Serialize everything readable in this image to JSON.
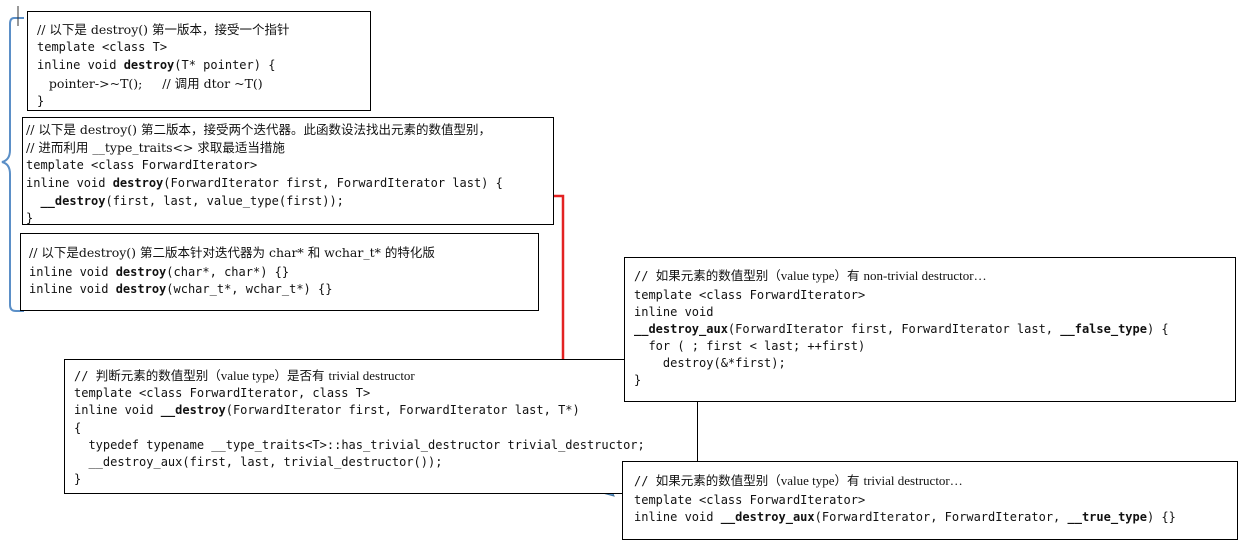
{
  "box1": {
    "lines": [
      "// 以下是 destroy() 第一版本，接受一个指针",
      "template <class T>",
      "inline void ",
      "destroy",
      "(T* pointer) {",
      "   pointer->~T();     // 调用 dtor ~T()",
      "}"
    ]
  },
  "box2": {
    "c1": "// 以下是 destroy() 第二版本，接受两个迭代器。此函数设法找出元素的数值型别，",
    "c2": "// 进而利用 __type_traits<> 求取最适当措施",
    "t1": "template <class ForwardIterator>",
    "t2a": "inline void ",
    "t2b": "destroy",
    "t2c": "(ForwardIterator first, ForwardIterator last) {",
    "t3a": "  ",
    "t3b": "__destroy",
    "t3c": "(first, last, value_type(first));",
    "t4": "}"
  },
  "box3": {
    "c1": "// 以下是destroy() 第二版本针对迭代器为 char* 和 wchar_t* 的特化版",
    "t1a": "inline void ",
    "t1b": "destroy",
    "t1c": "(char*, char*) {}",
    "t2a": "inline void ",
    "t2b": "destroy",
    "t2c": "(wchar_t*, wchar_t*) {}"
  },
  "box4": {
    "c1a": "// ",
    "c1b": "判断元素的数值型别（",
    "c1c": "value type",
    "c1d": "）是否有 ",
    "c1e": "trivial destructor",
    "t1": "template <class ForwardIterator, class T>",
    "t2a": "inline void ",
    "t2b": "__destroy",
    "t2c": "(ForwardIterator first, ForwardIterator last, T*)",
    "t3": "{",
    "t4a": "  typedef typename ",
    "t4b": "__type_traits<T>",
    "t4c": "::has_trivial_destructor trivial_destructor;",
    "t5": "  __destroy_aux(first, last, trivial_destructor());",
    "t6": "}"
  },
  "box5": {
    "c1a": "// ",
    "c1b": "如果元素的数值型别（",
    "c1c": "value type",
    "c1d": "）有 ",
    "c1e": "non-trivial destructor…",
    "t1": "template <class ForwardIterator>",
    "t2": "inline void",
    "t3a": "__destroy_aux",
    "t3b": "(ForwardIterator first, ForwardIterator last, ",
    "t3c": "__false_type",
    "t3d": ") {",
    "t4": "  for ( ; first < last; ++first)",
    "t5": "    destroy(&*first);",
    "t6": "}"
  },
  "box6": {
    "c1a": "// ",
    "c1b": "如果元素的数值型别（",
    "c1c": "value type",
    "c1d": "）有 ",
    "c1e": "trivial destructor…",
    "t1": "template <class ForwardIterator>",
    "t2a": "inline void ",
    "t2b": "__destroy_aux",
    "t2c": "(ForwardIterator, ForwardIterator, ",
    "t2d": "__true_type",
    "t2e": ") {}"
  },
  "colors": {
    "accent_red": "#e32222",
    "arrow_blue": "#5b9bd5",
    "bracket_blue": "#5b8fc7"
  }
}
